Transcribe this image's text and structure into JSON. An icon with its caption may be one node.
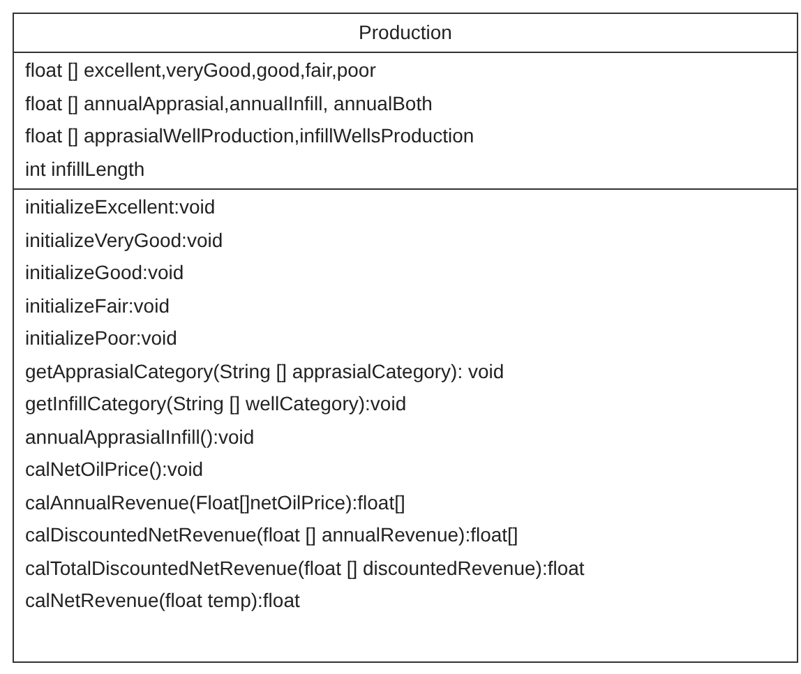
{
  "diagram": {
    "nodes": [
      {
        "text": [
          "Production"
        ]
      },
      {
        "text": [
          "float [] excellent,veryGood,good,fair,poor",
          "float [] annualApprasial,annualInfill, annualBoth",
          "float [] apprasialWellProduction,infillWellsProduction",
          "int infillLength"
        ],
        "in": 0
      },
      {
        "text": [
          "initializeExcellent:void",
          "initializeVeryGood:void",
          "initializeGood:void",
          "initializeFair:void",
          "initializePoor:void",
          "getApprasialCategory(String [] apprasialCategory): void",
          "getInfillCategory(String [] wellCategory):void",
          "annualApprasialInfill():void",
          "calNetOilPrice():void",
          "calAnnualRevenue(Float[]netOilPrice):float[]",
          "calDiscountedNetRevenue(float [] annualRevenue):float[]",
          "calTotalDiscountedNetRevenue(float [] discountedRevenue):float",
          "calNetRevenue(float temp):float"
        ],
        "in": 0
      }
    ]
  }
}
